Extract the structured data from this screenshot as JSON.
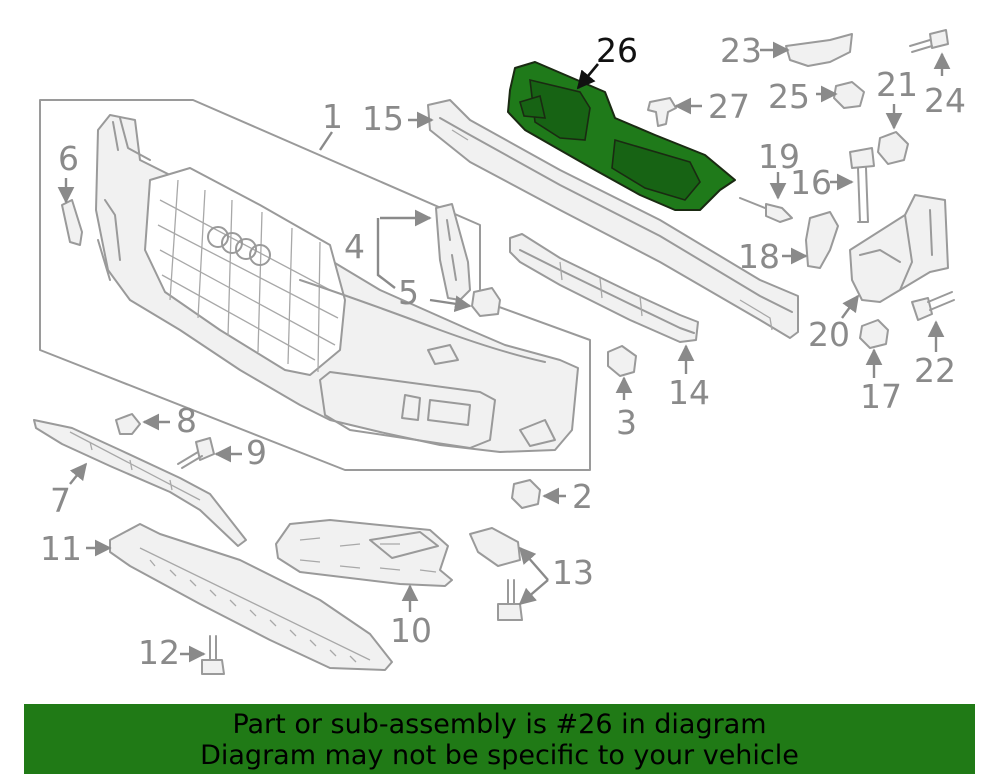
{
  "labels": {
    "p1": "1",
    "p2": "2",
    "p3": "3",
    "p4": "4",
    "p5": "5",
    "p6": "6",
    "p7": "7",
    "p8": "8",
    "p9": "9",
    "p10": "10",
    "p11": "11",
    "p12": "12",
    "p13": "13",
    "p14": "14",
    "p15": "15",
    "p16": "16",
    "p17": "17",
    "p18": "18",
    "p19": "19",
    "p20": "20",
    "p21": "21",
    "p22": "22",
    "p23": "23",
    "p24": "24",
    "p25": "25",
    "p26": "26",
    "p27": "27"
  },
  "highlight": {
    "part_number": "26",
    "color": "#1f7a1a"
  },
  "banner": {
    "line1": "Part or sub-assembly is #26 in diagram",
    "line2": "Diagram may not be specific to your vehicle",
    "background": "#207a16"
  }
}
